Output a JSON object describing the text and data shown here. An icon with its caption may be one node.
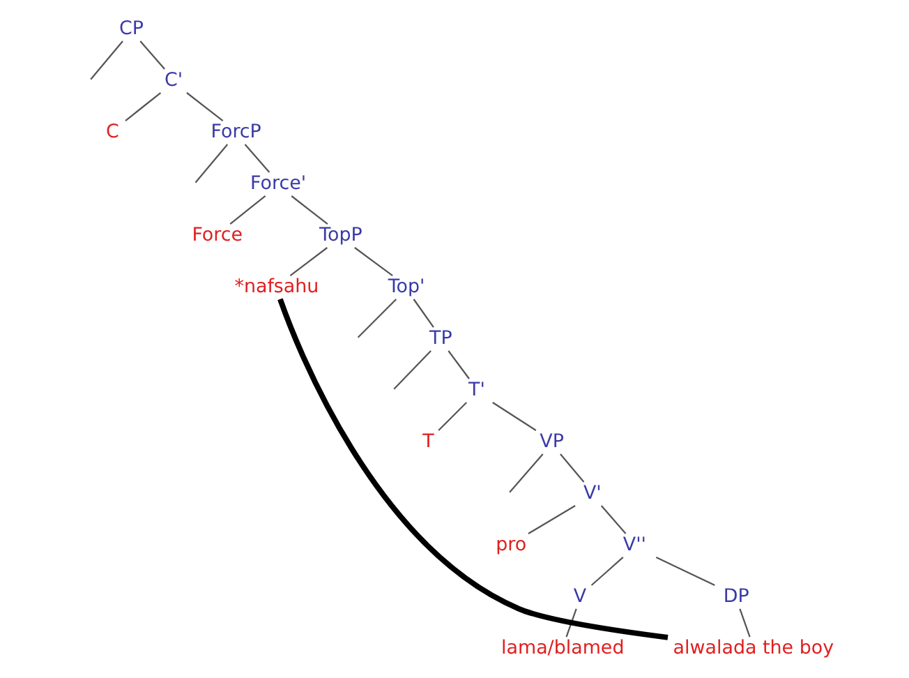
{
  "diagram": {
    "nodes": [
      {
        "text": [
          "CP"
        ]
      },
      {
        "text": [
          "C'"
        ]
      },
      {
        "text": [
          "C"
        ]
      },
      {
        "text": [
          "ForcP"
        ]
      },
      {
        "text": [
          "Force'"
        ]
      },
      {
        "text": [
          "Force"
        ]
      },
      {
        "text": [
          "TopP"
        ]
      },
      {
        "text": [
          "*nafsahu"
        ]
      },
      {
        "text": [
          "Top'"
        ]
      },
      {
        "text": [
          "TP"
        ]
      },
      {
        "text": [
          "T'"
        ]
      },
      {
        "text": [
          "T"
        ]
      },
      {
        "text": [
          "VP"
        ]
      },
      {
        "text": [
          "V'"
        ]
      },
      {
        "text": [
          "pro"
        ]
      },
      {
        "text": [
          "V''"
        ]
      },
      {
        "text": [
          "V"
        ]
      },
      {
        "text": [
          "DP"
        ]
      },
      {
        "text": [
          "lama/blamed"
        ]
      },
      {
        "text": [
          "alwalada the boy"
        ]
      }
    ],
    "edges": [
      {
        "from": 0,
        "to": null,
        "arrow": "none"
      },
      {
        "from": 0,
        "to": 1,
        "arrow": "none"
      },
      {
        "from": 1,
        "to": 2,
        "arrow": "none"
      },
      {
        "from": 1,
        "to": 3,
        "arrow": "none"
      },
      {
        "from": 3,
        "to": null,
        "arrow": "none"
      },
      {
        "from": 3,
        "to": 4,
        "arrow": "none"
      },
      {
        "from": 4,
        "to": 5,
        "arrow": "none"
      },
      {
        "from": 4,
        "to": 6,
        "arrow": "none"
      },
      {
        "from": 6,
        "to": 7,
        "arrow": "none"
      },
      {
        "from": 6,
        "to": 8,
        "arrow": "none"
      },
      {
        "from": 8,
        "to": null,
        "arrow": "none"
      },
      {
        "from": 8,
        "to": 9,
        "arrow": "none"
      },
      {
        "from": 9,
        "to": null,
        "arrow": "none"
      },
      {
        "from": 9,
        "to": 10,
        "arrow": "none"
      },
      {
        "from": 10,
        "to": 11,
        "arrow": "none"
      },
      {
        "from": 10,
        "to": 12,
        "arrow": "none"
      },
      {
        "from": 12,
        "to": null,
        "arrow": "none"
      },
      {
        "from": 12,
        "to": 13,
        "arrow": "none"
      },
      {
        "from": 13,
        "to": 14,
        "arrow": "none"
      },
      {
        "from": 13,
        "to": 15,
        "arrow": "none"
      },
      {
        "from": 15,
        "to": 16,
        "arrow": "none"
      },
      {
        "from": 15,
        "to": 17,
        "arrow": "none"
      },
      {
        "from": 16,
        "to": 18,
        "arrow": "none"
      },
      {
        "from": 17,
        "to": 19,
        "arrow": "none"
      },
      {
        "from": 19,
        "to": 7,
        "arrow": "none",
        "style": "thick",
        "color": "#000000"
      }
    ]
  }
}
